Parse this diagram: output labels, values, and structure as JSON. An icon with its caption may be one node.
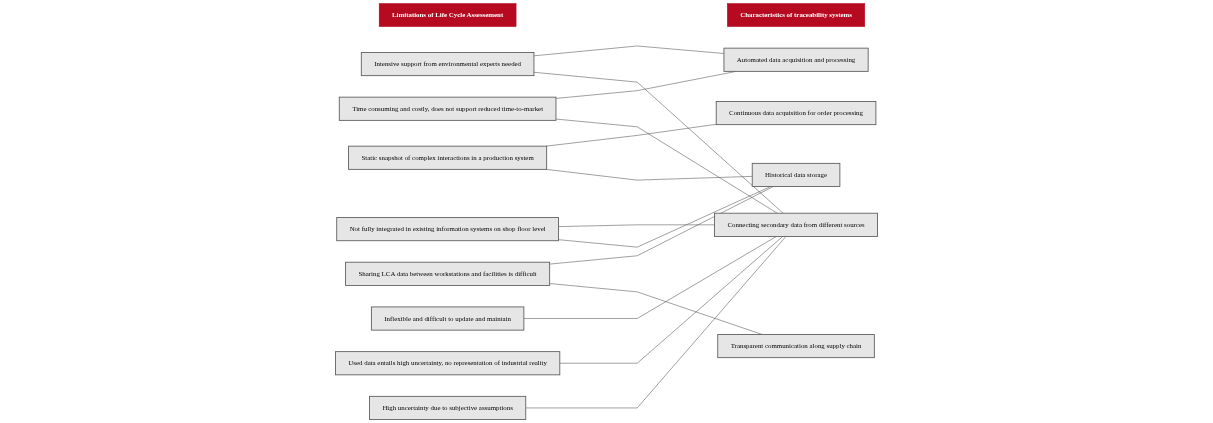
{
  "diagram": {
    "nodes": [
      {
        "text": [
          "Limitations of Life Cycle Assessement"
        ]
      },
      {
        "text": [
          "Intensive support from environmental experts needed"
        ]
      },
      {
        "text": [
          "Time consuming and costly, does not support reduced time-to-market"
        ]
      },
      {
        "text": [
          "Inflexible and difficult to update and maintain"
        ]
      },
      {
        "text": [
          "Static snapshot of complex interactions in a production system"
        ]
      },
      {
        "text": [
          "Used data entails high uncertainty, no representation of industrial reality"
        ]
      },
      {
        "text": [
          "High uncertainty due to subjective assumptions"
        ]
      },
      {
        "text": [
          "Not fully integrated in existing information systems on shop floor level"
        ]
      },
      {
        "text": [
          "Sharing LCA data between workstations and facilities is difficult"
        ]
      },
      {
        "text": [
          "Characteristics of traceability systems"
        ]
      },
      {
        "text": [
          "Continuous data acquisition for order processing"
        ]
      },
      {
        "text": [
          "Automated data acquisition and processing"
        ]
      },
      {
        "text": [
          "Connecting secondary data from different sources"
        ]
      },
      {
        "text": [
          "Historical data storage"
        ]
      },
      {
        "text": [
          "Transparent communication along supply chain"
        ]
      }
    ],
    "edges": [
      {
        "from": 1,
        "to": 11,
        "arrow": "none"
      },
      {
        "from": 1,
        "to": 12,
        "arrow": "none"
      },
      {
        "from": 2,
        "to": 11,
        "arrow": "none"
      },
      {
        "from": 2,
        "to": 12,
        "arrow": "none"
      },
      {
        "from": 3,
        "to": 12,
        "arrow": "none"
      },
      {
        "from": 4,
        "to": 10,
        "arrow": "none"
      },
      {
        "from": 4,
        "to": 13,
        "arrow": "none"
      },
      {
        "from": 5,
        "to": 12,
        "arrow": "none"
      },
      {
        "from": 6,
        "to": 12,
        "arrow": "none"
      },
      {
        "from": 7,
        "to": 12,
        "arrow": "none"
      },
      {
        "from": 7,
        "to": 13,
        "arrow": "none"
      },
      {
        "from": 8,
        "to": 13,
        "arrow": "none"
      },
      {
        "from": 8,
        "to": 14,
        "arrow": "none"
      }
    ]
  }
}
